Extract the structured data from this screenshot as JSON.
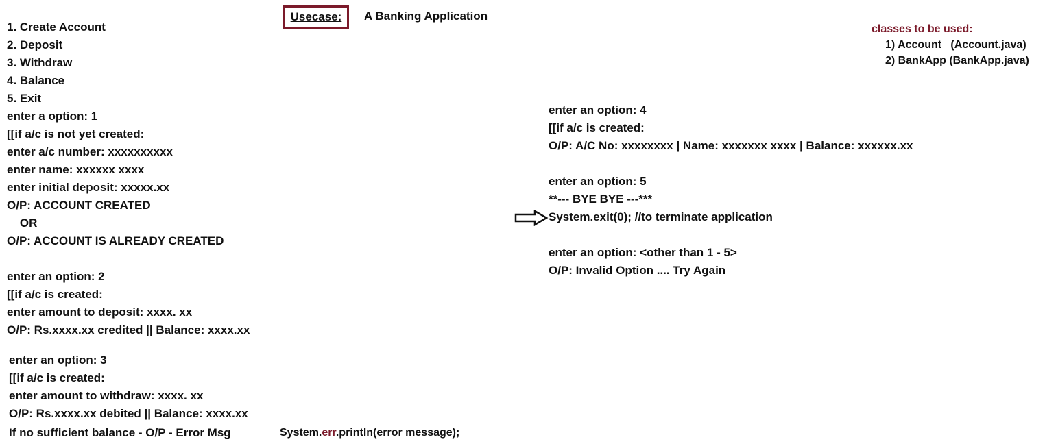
{
  "usecase_label": "Usecase:",
  "title": "A Banking Application",
  "classes": {
    "heading": "classes to be used:",
    "items": [
      "1) Account   (Account.java)",
      "2) BankApp (BankApp.java)"
    ]
  },
  "menu": [
    "1. Create Account",
    "2. Deposit",
    "3. Withdraw",
    "4. Balance",
    "5. Exit"
  ],
  "option1": [
    "enter a option: 1",
    "[[if a/c is not yet created:",
    "enter a/c number: xxxxxxxxxx",
    "enter name: xxxxxx xxxx",
    "enter initial deposit: xxxxx.xx",
    "O/P: ACCOUNT CREATED",
    "    OR",
    "O/P: ACCOUNT IS ALREADY CREATED"
  ],
  "option2": [
    "enter an option: 2",
    "[[if a/c is created:",
    "enter amount to deposit: xxxx. xx",
    "O/P: Rs.xxxx.xx credited || Balance: xxxx.xx"
  ],
  "option3": [
    "enter an option: 3",
    "[[if a/c is created:",
    "enter amount to withdraw: xxxx. xx",
    "O/P: Rs.xxxx.xx debited || Balance: xxxx.xx",
    "If no sufficient balance - O/P - Error Msg"
  ],
  "syserr": {
    "prefix": "System.",
    "err": "err",
    "suffix": ".println(error message);"
  },
  "option4": [
    "enter an option: 4",
    "[[if a/c is created:",
    "O/P: A/C No: xxxxxxxx | Name: xxxxxxx xxxx | Balance: xxxxxx.xx"
  ],
  "option5": [
    "enter an option: 5",
    "**--- BYE BYE ---***",
    "System.exit(0); //to terminate application"
  ],
  "option_other": [
    "enter an option: <other than 1 - 5>",
    "O/P: Invalid Option .... Try Again"
  ]
}
